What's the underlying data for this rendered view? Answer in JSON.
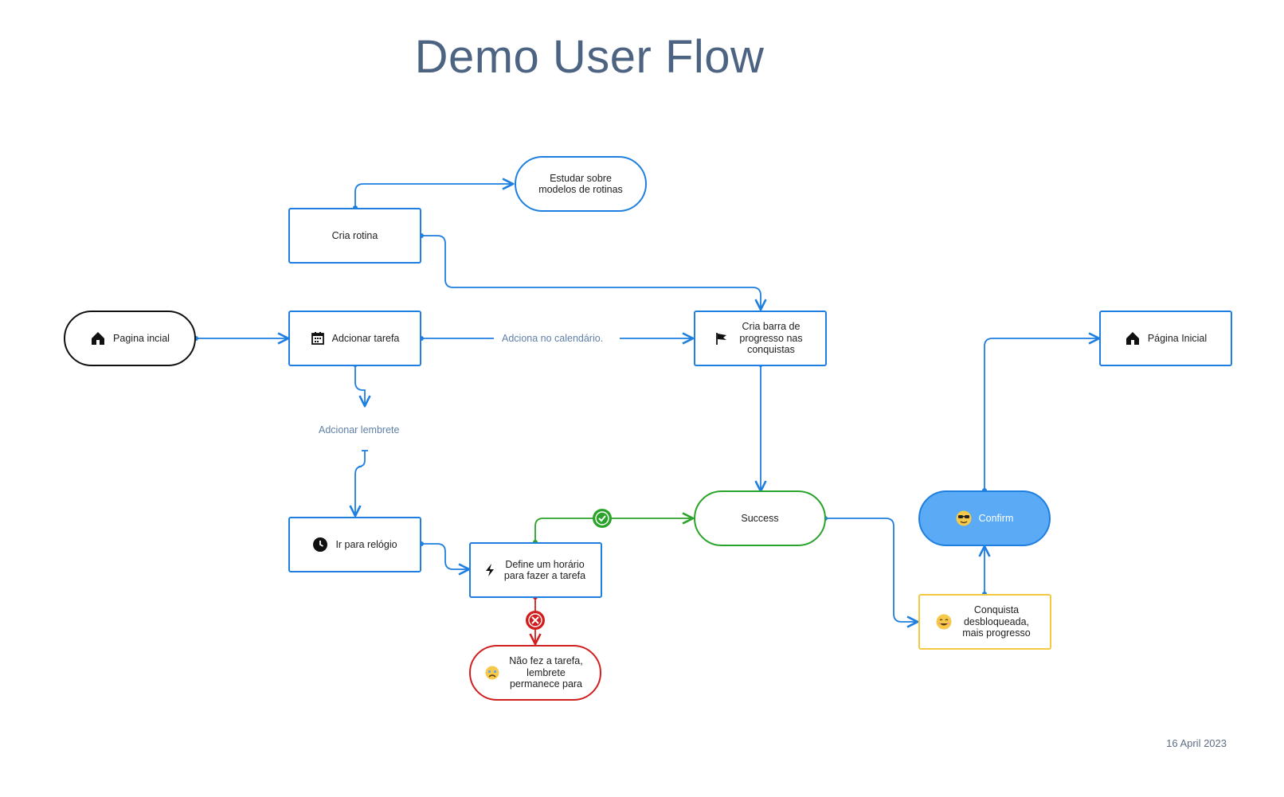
{
  "title": "Demo User Flow",
  "date": "16 April 2023",
  "nodes": {
    "pagina_incial": "Pagina incial",
    "adcionar_tarefa": "Adcionar tarefa",
    "cria_rotina": "Cria rotina",
    "estudar": "Estudar sobre modelos de rotinas",
    "cria_barra": "Cria barra de progresso nas conquistas",
    "ir_relogio": "Ir para relógio",
    "define_horario": "Define um horário para fazer a tarefa",
    "success": "Success",
    "nao_fez": "Não fez a tarefa, lembrete permanece para",
    "confirm": "Confirm",
    "conquista": "Conquista desbloqueada, mais progresso",
    "pagina_inicial_final": "Página Inicial"
  },
  "edge_labels": {
    "calendario": "Adciona no calendário.",
    "lembrete": "Adcionar lembrete"
  },
  "colors": {
    "flow_blue": "#1e7fe0",
    "success_green": "#2aa32a",
    "error_red": "#d11f1f",
    "confirm_fill": "#5aaaf5",
    "warning_yellow": "#f5c842",
    "title": "#4d6382"
  },
  "icons": {
    "pagina_incial": "home-icon",
    "adcionar_tarefa": "calendar-icon",
    "cria_barra": "flag-icon",
    "ir_relogio": "clock-icon",
    "define_horario": "bolt-icon",
    "nao_fez": "sad-face-icon",
    "confirm": "sunglasses-face-icon",
    "conquista": "smile-face-icon",
    "pagina_inicial_final": "home-icon",
    "success_marker": "check-icon",
    "fail_marker": "x-icon"
  }
}
